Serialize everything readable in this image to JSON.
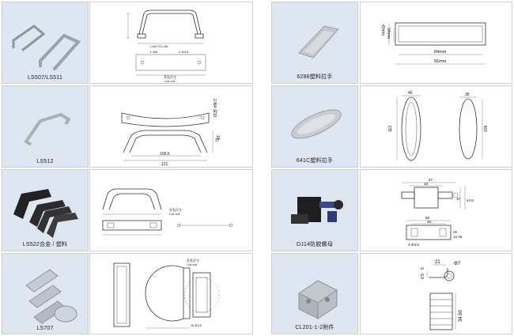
{
  "products": [
    {
      "caption": "LS507/LS511"
    },
    {
      "caption": "LS512"
    },
    {
      "caption": "LS522合金 / 塑料"
    },
    {
      "caption": "LS707"
    },
    {
      "caption": "6288塑料拉手"
    },
    {
      "caption": "641C塑料拉手"
    },
    {
      "caption": "DJ14防脱螺母"
    },
    {
      "caption": "CL201-1-2附件"
    }
  ],
  "drawings": {
    "ls507": {
      "cutout": "开孔尺寸",
      "cutout_en": "Cut out",
      "d1": "L-M4",
      "d2": "2-Φ4.5",
      "note": "L-M4 TO L-M4"
    },
    "ls512": {
      "thread": "2-M4 深10",
      "d_10": "10",
      "d_27": "27",
      "d_1095": "109.5",
      "d_121": "121"
    },
    "ls522": {
      "cutout": "开孔尺寸",
      "cutout_en": "Cut out"
    },
    "ls707": {
      "cutout": "开孔尺寸",
      "cutout_en": "Cut out",
      "d_bottom": "B-Φ3.5"
    },
    "d6288": {
      "h": "40mm",
      "h2": "34mm",
      "w1": "84mm",
      "w2": "91mm"
    },
    "d641c": {
      "w1": "40",
      "h1": "113",
      "w2": "36",
      "h2": "109"
    },
    "dj14": {
      "top": "57",
      "mid": "33",
      "r1": "37",
      "r2": "44.5",
      "b1": "59",
      "b2": "46",
      "b3": "25",
      "b4": "12.25",
      "holes": "4-Φ4.5"
    },
    "cl201": {
      "d1": "21",
      "d2": "Φ7",
      "d3": "5",
      "d4": "6.5",
      "d5": "34.60"
    }
  },
  "colors": {
    "photo_bg": "#dde6f1",
    "border": "#cfcfcf"
  }
}
